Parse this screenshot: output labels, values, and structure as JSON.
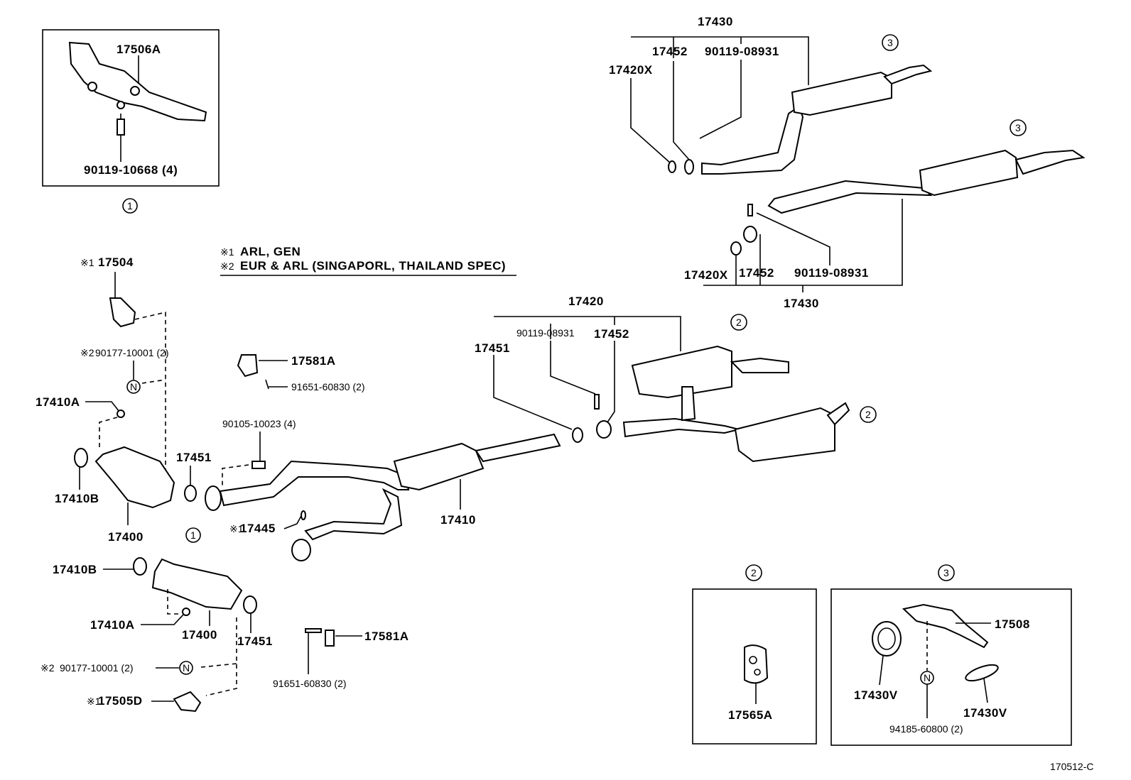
{
  "notes": {
    "n1_mark": "※1",
    "n1_text": "ARL, GEN",
    "n2_mark": "※2",
    "n2_text": "EUR & ARL (SINGAPORL, THAILAND SPEC)"
  },
  "ref_circles": {
    "one": "1",
    "two": "2",
    "three": "3",
    "n": "N"
  },
  "inset1": {
    "p1": "17506A",
    "p2": "90119-10668 (4)"
  },
  "top_right": {
    "group_a": "17430",
    "a_17452": "17452",
    "a_bolt": "90119-08931",
    "a_17420x": "17420X",
    "group_b": "17430",
    "b_17452": "17452",
    "b_bolt": "90119-08931",
    "b_17420x": "17420X"
  },
  "left": {
    "p17504": "17504",
    "p90177a": "90177-10001 (2)",
    "p17410a": "17410A",
    "p17410b": "17410B",
    "p17400": "17400",
    "p17451": "17451",
    "p17581a": "17581A",
    "p91651a": "91651-60830 (2)",
    "p90105": "90105-10023 (4)",
    "p17445": "17445",
    "p17410": "17410"
  },
  "center": {
    "group": "17420",
    "p17451": "17451",
    "bolt": "90119-08931",
    "p17452": "17452"
  },
  "lower_left": {
    "p17410b": "17410B",
    "p17410a": "17410A",
    "p17400": "17400",
    "p17451": "17451",
    "p90177": "90177-10001 (2)",
    "p17505d": "17505D",
    "p17581a": "17581A",
    "p91651": "91651-60830 (2)"
  },
  "inset2": {
    "p17565a": "17565A"
  },
  "inset3": {
    "p17508": "17508",
    "p17430v_a": "17430V",
    "p17430v_b": "17430V",
    "p94185": "94185-60800 (2)"
  },
  "figure_id": "170512-C"
}
